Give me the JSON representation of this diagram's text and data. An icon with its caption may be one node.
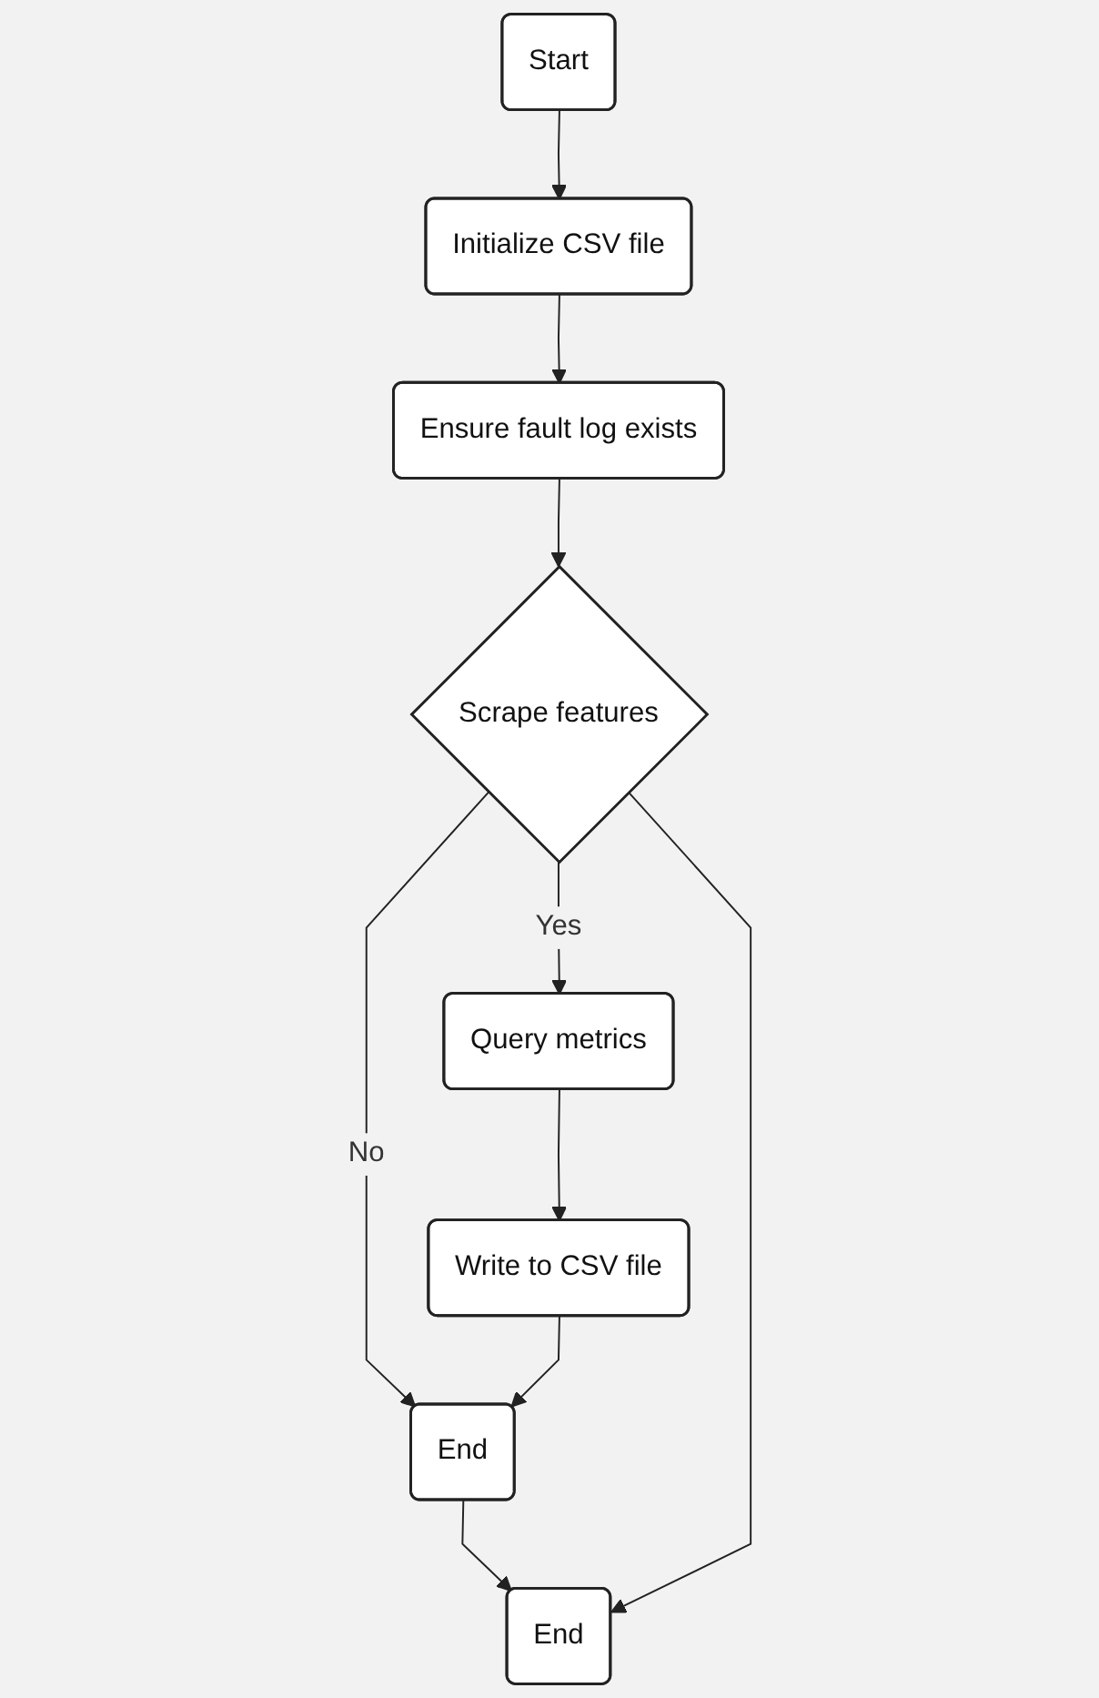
{
  "diagram": {
    "nodes": [
      {
        "text": [
          "Start"
        ]
      },
      {
        "text": [
          "Initialize CSV file"
        ]
      },
      {
        "text": [
          "Ensure fault log exists"
        ]
      },
      {
        "text": [
          "Scrape features"
        ]
      },
      {
        "text": [
          "Query metrics"
        ]
      },
      {
        "text": [
          "Write to CSV file"
        ]
      },
      {
        "text": [
          "End"
        ]
      },
      {
        "text": [
          "End"
        ]
      }
    ],
    "edges": [
      {
        "from": 0,
        "to": 1,
        "arrow": "to"
      },
      {
        "from": 1,
        "to": 2,
        "arrow": "to"
      },
      {
        "from": 2,
        "to": 3,
        "arrow": "to"
      },
      {
        "from": 3,
        "to": 4,
        "arrow": "to",
        "label": "Yes"
      },
      {
        "from": 3,
        "to": 6,
        "arrow": "to",
        "label": "No"
      },
      {
        "from": 4,
        "to": 5,
        "arrow": "to"
      },
      {
        "from": 5,
        "to": 6,
        "arrow": "to"
      },
      {
        "from": 6,
        "to": 7,
        "arrow": "to"
      },
      {
        "from": 3,
        "to": 7,
        "arrow": "to"
      }
    ]
  }
}
